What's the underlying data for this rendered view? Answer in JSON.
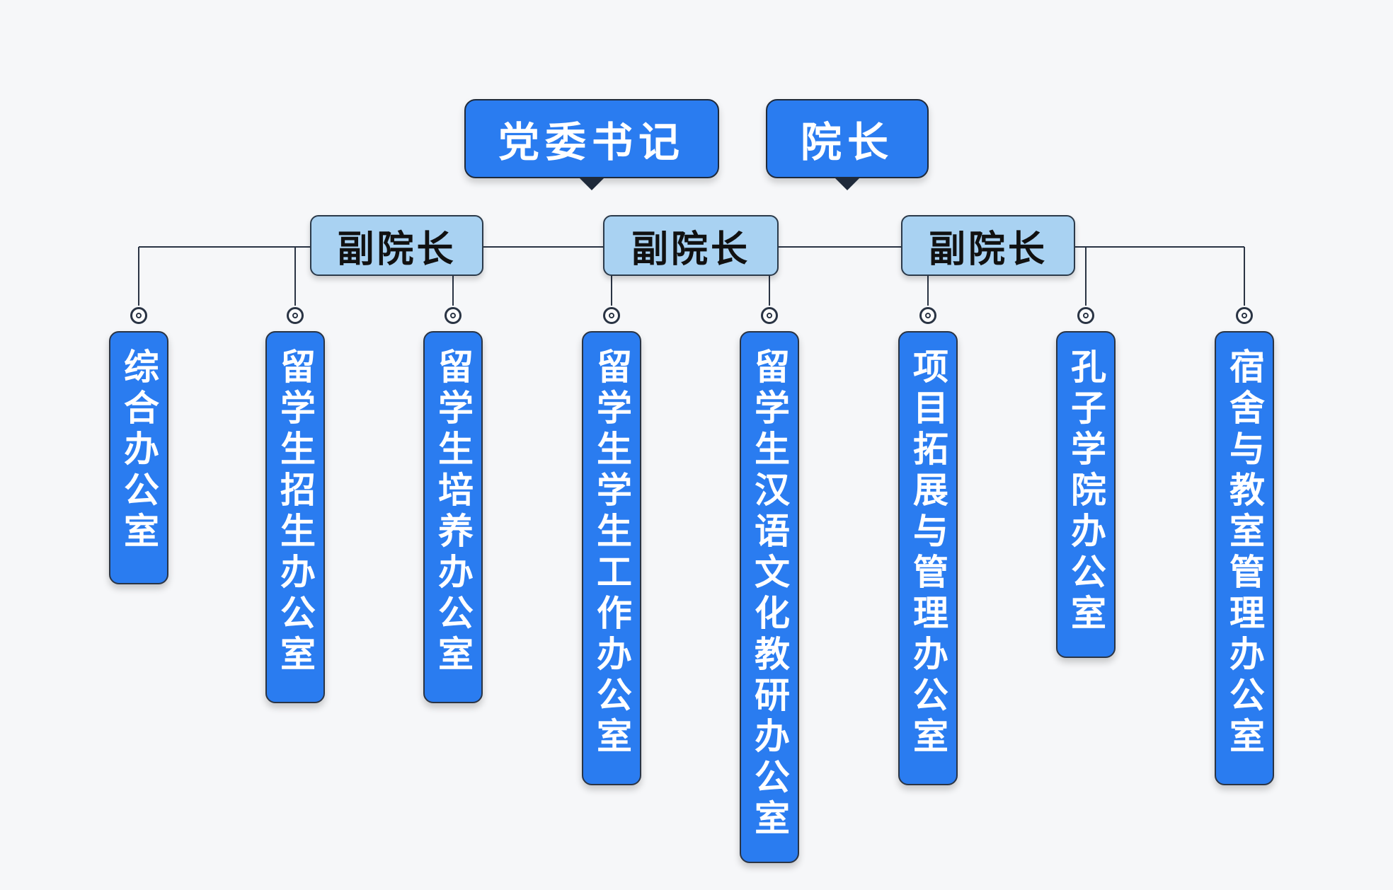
{
  "leaders": [
    "党委书记",
    "院长"
  ],
  "vice_presidents": [
    "副院长",
    "副院长",
    "副院长"
  ],
  "offices": [
    "综合办公室",
    "留学生招生办公室",
    "留学生培养办公室",
    "留学生学生工作办公室",
    "留学生汉语文化教研办公室",
    "项目拓展与管理办公室",
    "孔子学院办公室",
    "宿舍与教室管理办公室"
  ],
  "colors": {
    "leader_box": "#2a7cf0",
    "vice_president_box": "#a9d2f2",
    "office_box": "#2a7cf0",
    "connector": "#2a3444"
  }
}
